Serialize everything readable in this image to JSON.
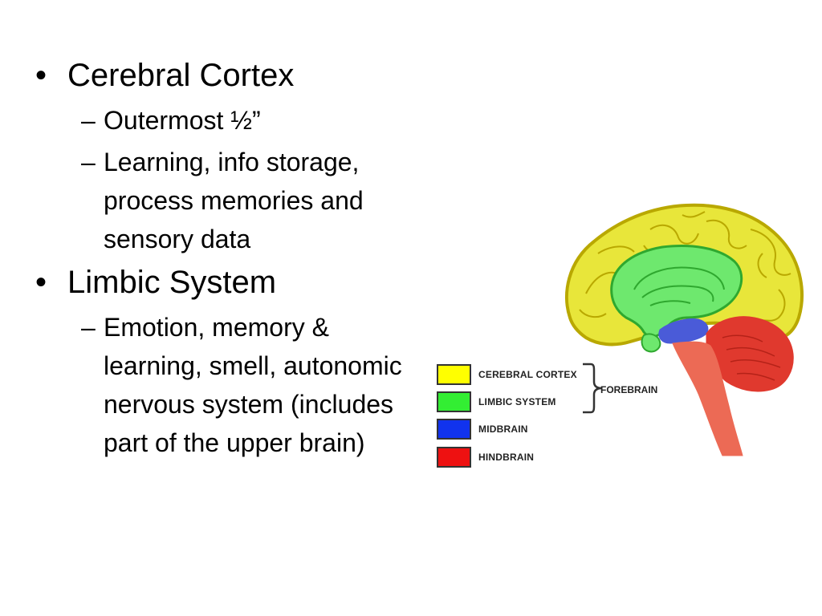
{
  "bullets": [
    {
      "title": "Cerebral Cortex",
      "subs": [
        "Outermost ½”",
        "Learning, info storage, process memories and sensory data"
      ]
    },
    {
      "title": "Limbic System",
      "subs": [
        "Emotion, memory & learning, smell, autonomic nervous system (includes part of the upper brain)"
      ]
    }
  ],
  "bullet_glyph": "•",
  "dash_glyph": "–",
  "figure": {
    "legend": [
      {
        "label": "CEREBRAL CORTEX",
        "color": "#ffff00"
      },
      {
        "label": "LIMBIC SYSTEM",
        "color": "#33ee33"
      },
      {
        "label": "MIDBRAIN",
        "color": "#1133ee"
      },
      {
        "label": "HINDBRAIN",
        "color": "#ee1111"
      }
    ],
    "group_label": "FOREBRAIN",
    "region_colors": {
      "cortex": "#e8e63a",
      "cortex_outline": "#b9a800",
      "limbic": "#6ee86e",
      "limbic_outline": "#2fa82f",
      "midbrain": "#4a5bd8",
      "hindbrain": "#e0392e",
      "stem": "#ec6a55"
    }
  }
}
